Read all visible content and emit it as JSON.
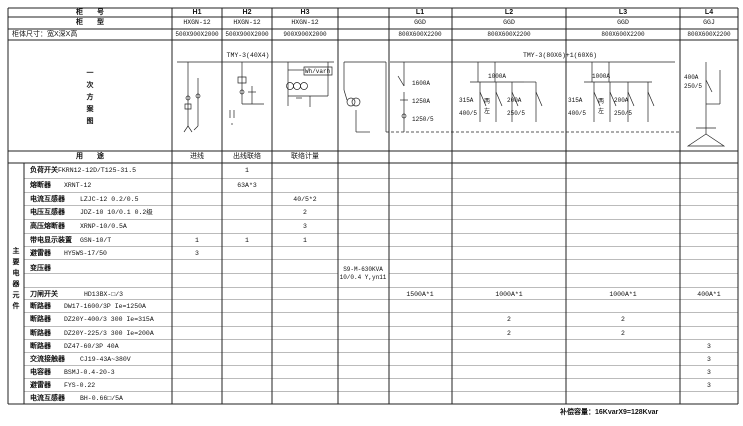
{
  "header": {
    "row_labels": [
      "柜　　号",
      "柜　　型",
      "柜体尺寸：宽X深X高"
    ],
    "cabinets": [
      {
        "no": "H1",
        "type": "HXGN-12",
        "size": "500X900X2000"
      },
      {
        "no": "H2",
        "type": "HXGN-12",
        "size": "500X900X2000"
      },
      {
        "no": "H3",
        "type": "HXGN-12",
        "size": "900X900X2000"
      },
      {
        "no": "L1",
        "type": "GGD",
        "size": "800X600X2200"
      },
      {
        "no": "L2",
        "type": "GGD",
        "size": "800X600X2200"
      },
      {
        "no": "L3",
        "type": "GGD",
        "size": "800X600X2200"
      },
      {
        "no": "L4",
        "type": "GGJ",
        "size": "800X600X2200"
      }
    ]
  },
  "scheme": {
    "label_chars": [
      "一",
      "次",
      "方",
      "案",
      "图"
    ],
    "hv_bus": "TMY-3(40X4)",
    "lv_bus": "TMY-3(80X6)+1(60X6)",
    "meter_label": "Wh/varh",
    "l1_breaker": "1600A",
    "l1_ct_a": "1250A",
    "l1_ct_b": "1250/5",
    "l2_switch": "1000A",
    "l2_left_a": "315A",
    "l2_left_b": "400/5",
    "l2_mid_a": "200A",
    "l2_mid_b": "250/5",
    "l2_spare_a": "两",
    "l2_spare_b": "左",
    "l3_switch": "1000A",
    "l3_left_a": "315A",
    "l3_left_b": "400/5",
    "l3_mid_a": "200A",
    "l3_mid_b": "250/5",
    "l3_spare_a": "两",
    "l3_spare_b": "左",
    "l4_a": "400A",
    "l4_b": "250/5"
  },
  "usage": {
    "label": "用　　途",
    "values": [
      "进线",
      "出线联络",
      "联络计量",
      "",
      "",
      "",
      ""
    ]
  },
  "components": {
    "group_label_chars": [
      "主",
      "要",
      "电",
      "器",
      "元",
      "件"
    ],
    "rows": [
      {
        "name": "负荷开关",
        "model": "FKRN12-12D/T125-31.5",
        "values": [
          "",
          "1",
          "",
          "",
          "",
          "",
          ""
        ]
      },
      {
        "name": "熔断器",
        "model": "XRNT-12",
        "values": [
          "",
          "63A*3",
          "",
          "",
          "",
          "",
          ""
        ]
      },
      {
        "name": "电流互感器",
        "model": "LZJC-12  0.2/0.5",
        "values": [
          "",
          "",
          "40/5*2",
          "",
          "",
          "",
          ""
        ]
      },
      {
        "name": "电压互感器",
        "model": "JDZ-10  10/0.1  0.2级",
        "values": [
          "",
          "",
          "2",
          "",
          "",
          "",
          ""
        ]
      },
      {
        "name": "高压熔断器",
        "model": "XRNP-10/0.5A",
        "values": [
          "",
          "",
          "3",
          "",
          "",
          "",
          ""
        ]
      },
      {
        "name": "带电显示装置",
        "model": "GSN-10/T",
        "values": [
          "1",
          "1",
          "1",
          "",
          "",
          "",
          ""
        ]
      },
      {
        "name": "避雷器",
        "model": "HY5WS-17/50",
        "values": [
          "3",
          "",
          "",
          "",
          "",
          "",
          ""
        ]
      },
      {
        "name": "变压器",
        "model": "",
        "values": [
          "",
          "",
          "",
          "",
          "",
          "",
          ""
        ]
      },
      {
        "name": "刀闸开关",
        "model": "HD13BX-□/3",
        "values": [
          "",
          "",
          "",
          "1500A*1",
          "1000A*1",
          "1000A*1",
          "400A*1"
        ]
      },
      {
        "name": "断路器",
        "model": "DW17-1600/3P  Ie=1250A",
        "values": [
          "",
          "",
          "",
          "",
          "",
          "",
          ""
        ]
      },
      {
        "name": "断路器",
        "model": "DZ20Y-400/3  300  Ie=315A",
        "values": [
          "",
          "",
          "",
          "",
          "2",
          "2",
          ""
        ]
      },
      {
        "name": "断路器",
        "model": "DZ20Y-225/3  300  Ie=200A",
        "values": [
          "",
          "",
          "",
          "",
          "2",
          "2",
          ""
        ]
      },
      {
        "name": "断路器",
        "model": "DZ47-60/3P  40A",
        "values": [
          "",
          "",
          "",
          "",
          "",
          "",
          "3"
        ]
      },
      {
        "name": "交流接触器",
        "model": "CJ19-43A~380V",
        "values": [
          "",
          "",
          "",
          "",
          "",
          "",
          "3"
        ]
      },
      {
        "name": "电容器",
        "model": "BSMJ-0.4-20-3",
        "values": [
          "",
          "",
          "",
          "",
          "",
          "",
          "3"
        ]
      },
      {
        "name": "避雷器",
        "model": "FYS-0.22",
        "values": [
          "",
          "",
          "",
          "",
          "",
          "",
          "3"
        ]
      },
      {
        "name": "电流互感器",
        "model": "BH-0.66□/5A",
        "values": [
          "",
          "",
          "",
          "",
          "",
          "",
          ""
        ]
      }
    ],
    "transformer": {
      "line1": "S9-M-630KVA",
      "line2": "10/0.4  Y,yn11"
    }
  },
  "footer": {
    "compensation": "补偿容量：16KvarX9=128Kvar"
  }
}
